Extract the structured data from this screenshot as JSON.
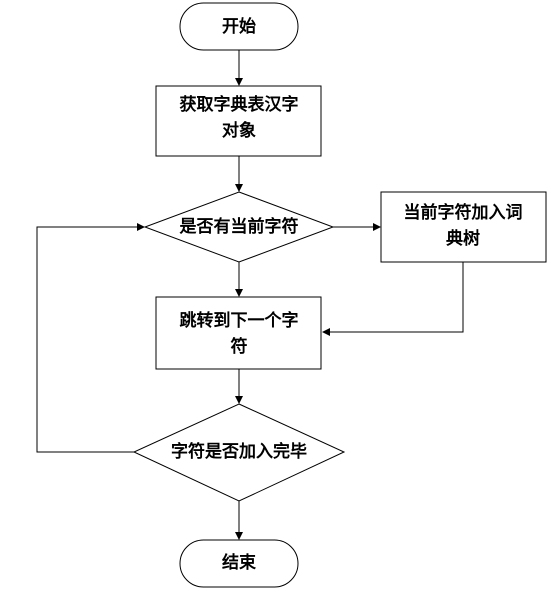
{
  "nodes": {
    "start": {
      "label": "开始"
    },
    "get_dict": {
      "line1": "获取字典表汉字",
      "line2": "对象"
    },
    "has_char": {
      "label": "是否有当前字符"
    },
    "add_to_tree": {
      "line1": "当前字符加入词",
      "line2": "典树"
    },
    "next_char": {
      "line1": "跳转到下一个字",
      "line2": "符"
    },
    "all_added": {
      "label": "字符是否加入完毕"
    },
    "end": {
      "label": "结束"
    }
  }
}
